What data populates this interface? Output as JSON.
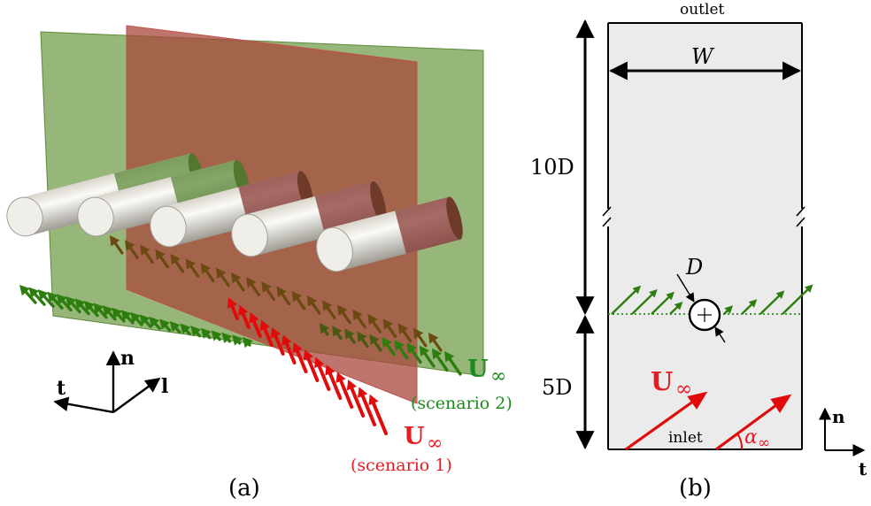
{
  "panel_a": {
    "caption": "(a)",
    "axes": {
      "n": "n",
      "t": "t",
      "l": "l"
    },
    "velocity_label_green": "U",
    "velocity_sub_green": "∞",
    "scenario_green": "(scenario 2)",
    "velocity_label_red": "U",
    "velocity_sub_red": "∞",
    "scenario_red": "(scenario 1)"
  },
  "panel_b": {
    "caption": "(b)",
    "outlet": "outlet",
    "inlet": "inlet",
    "width": "W",
    "upstream_length": "10D",
    "downstream_length": "5D",
    "diameter": "D",
    "velocity_label": "U",
    "velocity_sub": "∞",
    "angle_label": "α",
    "angle_sub": "∞",
    "axes": {
      "n": "n",
      "t": "t"
    }
  },
  "colors": {
    "green_plane": "#6f9a45",
    "red_plane": "#b8454a",
    "green_arrow": "#2e7d0f",
    "red_arrow": "#e10b0b",
    "brown_arrow": "#6b4a12",
    "domain_fill": "#ebebeb",
    "green_text": "#1d8a1d",
    "red_text": "#e51c23"
  }
}
